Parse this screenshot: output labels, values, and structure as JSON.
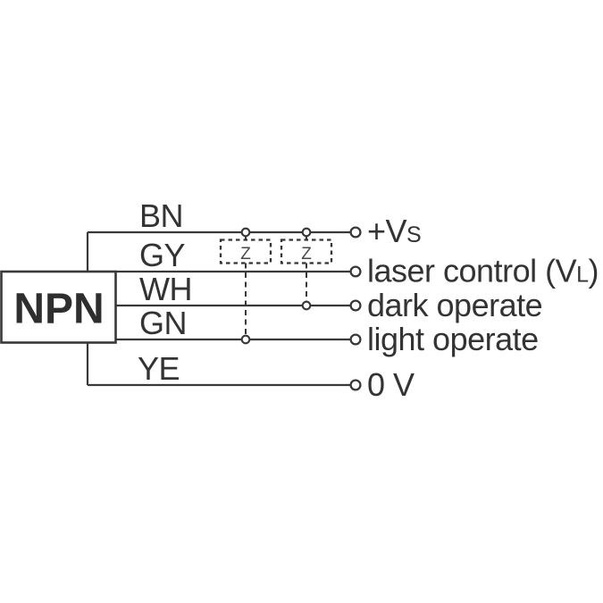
{
  "diagram": {
    "device_label": "NPN",
    "wires": [
      {
        "code": "BN",
        "output_pre": "+V",
        "output_sub": "S",
        "output_post": ""
      },
      {
        "code": "GY",
        "output_pre": "laser control (V",
        "output_sub": "L",
        "output_post": ")"
      },
      {
        "code": "WH",
        "output_pre": "dark operate",
        "output_sub": "",
        "output_post": ""
      },
      {
        "code": "GN",
        "output_pre": "light operate",
        "output_sub": "",
        "output_post": ""
      },
      {
        "code": "YE",
        "output_pre": "0 V",
        "output_sub": "",
        "output_post": ""
      }
    ],
    "impedance_boxes": [
      {
        "label": "Z"
      },
      {
        "label": "Z"
      }
    ],
    "colors": {
      "background": "#ffffff",
      "line": "#383838",
      "text": "#333333"
    }
  }
}
